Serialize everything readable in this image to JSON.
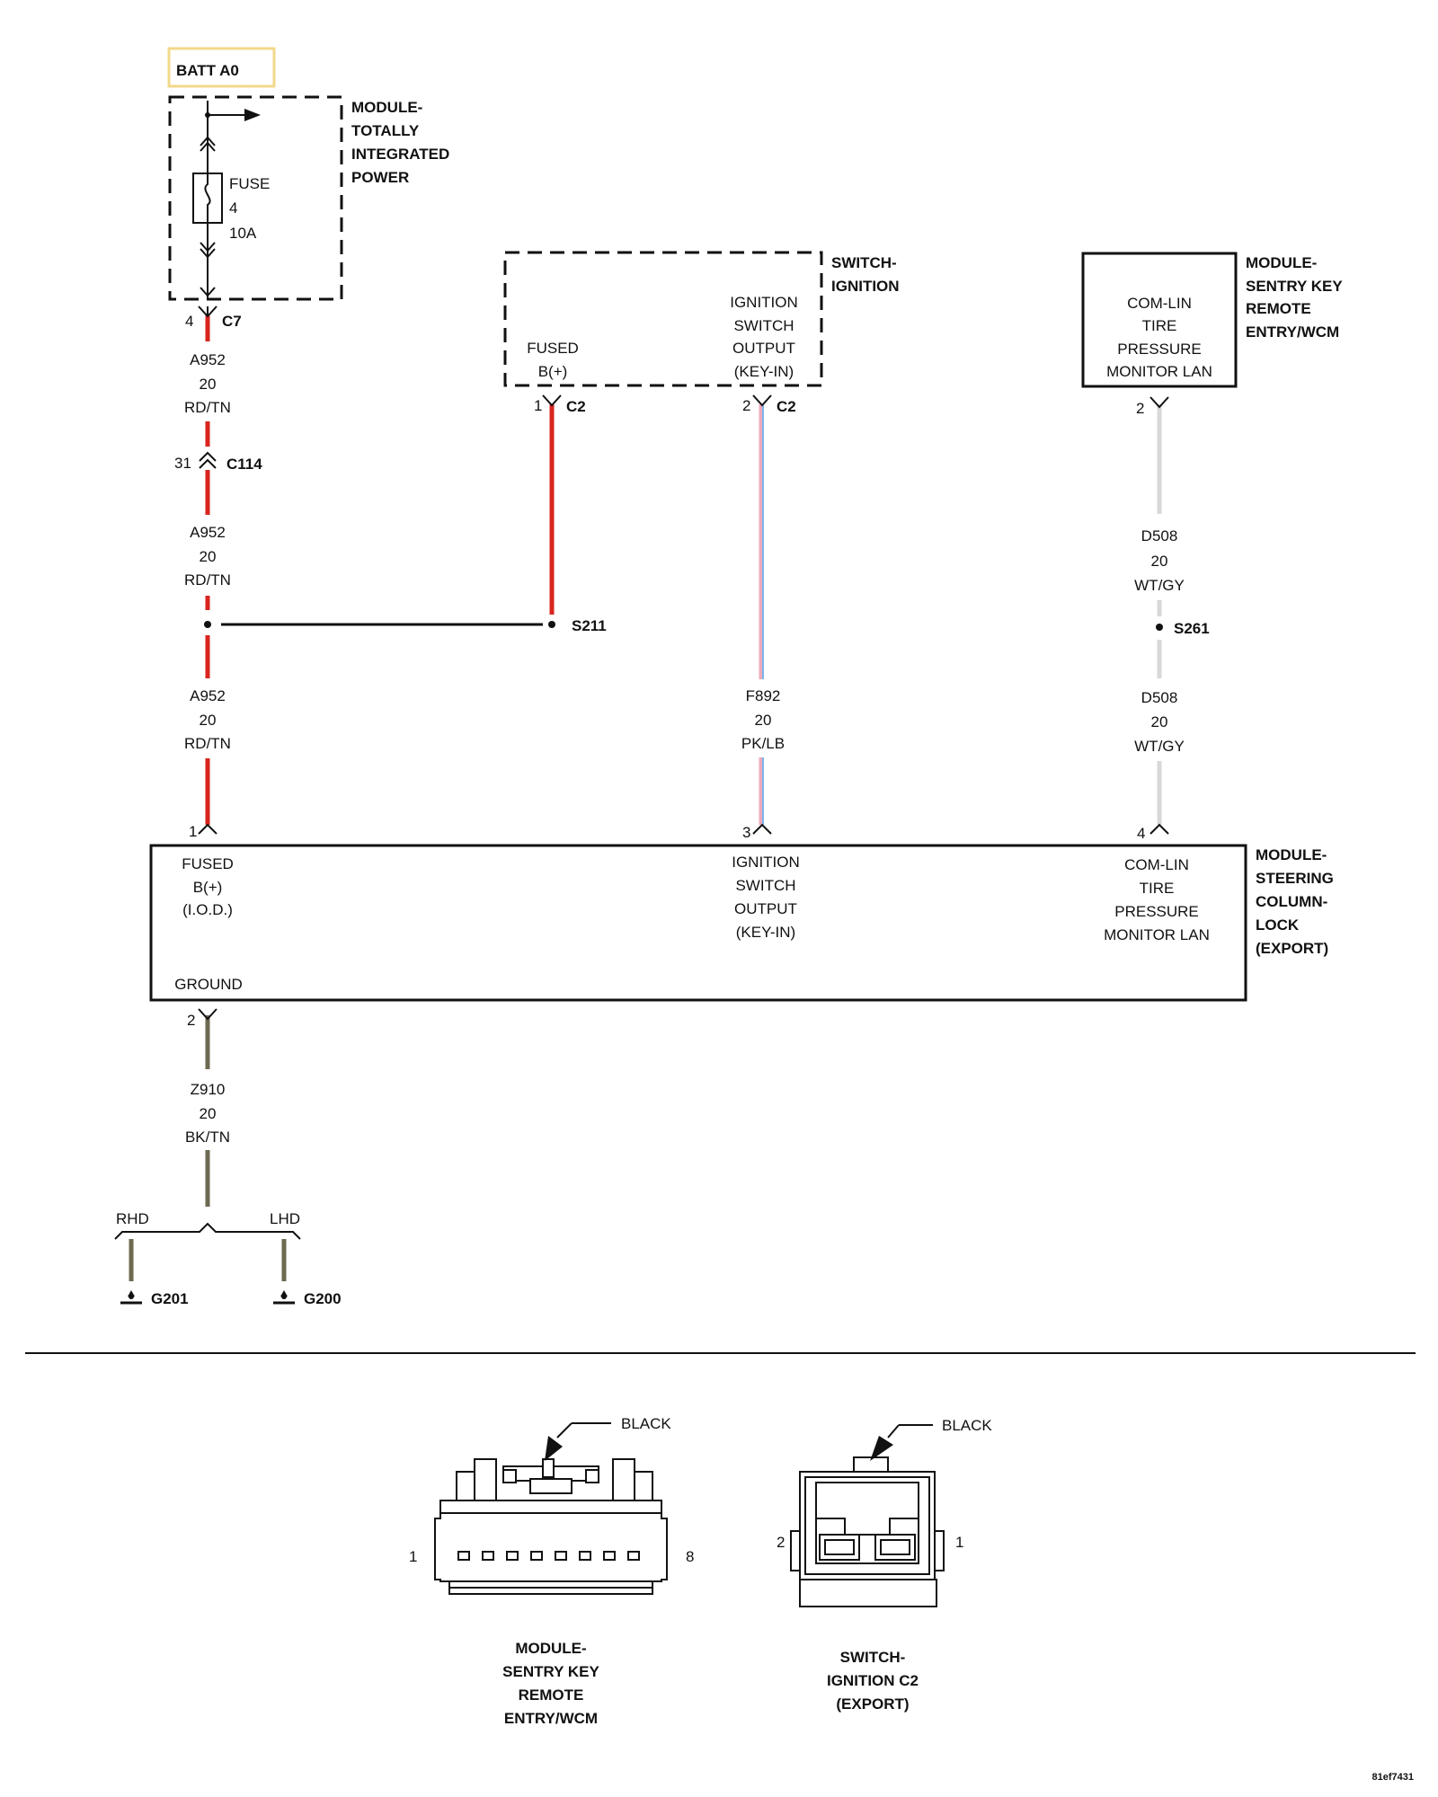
{
  "colors": {
    "rd_tn": "#d9251d",
    "pk_lb": "#f0a8b8",
    "lb": "#7ab6ec",
    "wt_gy": "#d8d8d8",
    "bk_tn": "#6e6a52",
    "batt_box": "#f1d98a",
    "line": "#111111"
  },
  "batt": {
    "label": "BATT A0"
  },
  "tipm": {
    "name": [
      "MODULE-",
      "TOTALLY",
      "INTEGRATED",
      "POWER"
    ],
    "fuse": [
      "FUSE",
      "4",
      "10A"
    ],
    "pin": "4",
    "connector": "C7"
  },
  "ign_switch": {
    "name": [
      "SWITCH-",
      "IGNITION"
    ],
    "fused_label": [
      "FUSED",
      "B(+)"
    ],
    "output_label": [
      "IGNITION",
      "SWITCH",
      "OUTPUT",
      "(KEY-IN)"
    ],
    "pin1": "1",
    "pin1_conn": "C2",
    "pin2": "2",
    "pin2_conn": "C2"
  },
  "skreem": {
    "name": [
      "MODULE-",
      "SENTRY KEY",
      "REMOTE",
      "ENTRY/WCM"
    ],
    "lan_label": [
      "COM-LIN",
      "TIRE",
      "PRESSURE",
      "MONITOR LAN"
    ],
    "pin": "2"
  },
  "c114": {
    "pin": "31",
    "connector": "C114"
  },
  "wires": {
    "a952_1": [
      "A952",
      "20",
      "RD/TN"
    ],
    "a952_2": [
      "A952",
      "20",
      "RD/TN"
    ],
    "a952_3": [
      "A952",
      "20",
      "RD/TN"
    ],
    "f892": [
      "F892",
      "20",
      "PK/LB"
    ],
    "d508_1": [
      "D508",
      "20",
      "WT/GY"
    ],
    "d508_2": [
      "D508",
      "20",
      "WT/GY"
    ],
    "z910": [
      "Z910",
      "20",
      "BK/TN"
    ]
  },
  "splices": {
    "s211": "S211",
    "s261": "S261"
  },
  "sclm": {
    "name": [
      "MODULE-",
      "STEERING",
      "COLUMN-",
      "LOCK",
      "(EXPORT)"
    ],
    "fused_label": [
      "FUSED",
      "B(+)",
      "(I.O.D.)"
    ],
    "ign_label": [
      "IGNITION",
      "SWITCH",
      "OUTPUT",
      "(KEY-IN)"
    ],
    "lan_label": [
      "COM-LIN",
      "TIRE",
      "PRESSURE",
      "MONITOR LAN"
    ],
    "ground_label": "GROUND",
    "pin_fused": "1",
    "pin_ign": "3",
    "pin_lan": "4",
    "pin_ground": "2"
  },
  "grounds": {
    "rhd": "RHD",
    "lhd": "LHD",
    "g201": "G201",
    "g200": "G200"
  },
  "connector_views": {
    "skreem": {
      "color": "BLACK",
      "pin_left": "1",
      "pin_right": "8",
      "caption": [
        "MODULE-",
        "SENTRY KEY",
        "REMOTE",
        "ENTRY/WCM"
      ]
    },
    "ign": {
      "color": "BLACK",
      "pin_left": "2",
      "pin_right": "1",
      "caption": [
        "SWITCH-",
        "IGNITION C2",
        "(EXPORT)"
      ]
    }
  },
  "doc_id": "81ef7431"
}
